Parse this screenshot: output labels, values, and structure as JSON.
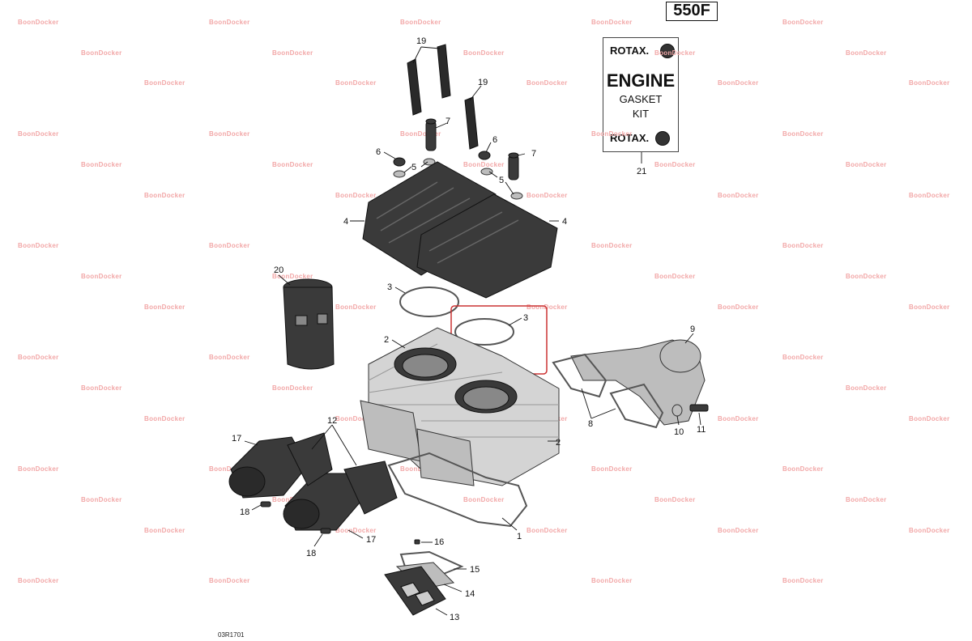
{
  "model_label": "550F",
  "figure_code": "03R1701",
  "watermark_text": "BoonDocker",
  "kit": {
    "brand_top": "ROTAX.",
    "title": "ENGINE",
    "line1": "GASKET",
    "line2": "KIT",
    "brand_bottom": "ROTAX."
  },
  "callouts": {
    "c19a": "19",
    "c19b": "19",
    "c7a": "7",
    "c7b": "7",
    "c6a": "6",
    "c6b": "6",
    "c5a": "5",
    "c5b": "5",
    "c4a": "4",
    "c4b": "4",
    "c20": "20",
    "c3a": "3",
    "c3b": "3",
    "c2a": "2",
    "c2b": "2",
    "c9": "9",
    "c8": "8",
    "c10": "10",
    "c11": "11",
    "c12": "12",
    "c17a": "17",
    "c17b": "17",
    "c18a": "18",
    "c18b": "18",
    "c1": "1",
    "c16": "16",
    "c15": "15",
    "c14": "14",
    "c13": "13",
    "c21": "21"
  },
  "colors": {
    "highlight": "#cc3333",
    "watermark": "#f2a7a7"
  }
}
